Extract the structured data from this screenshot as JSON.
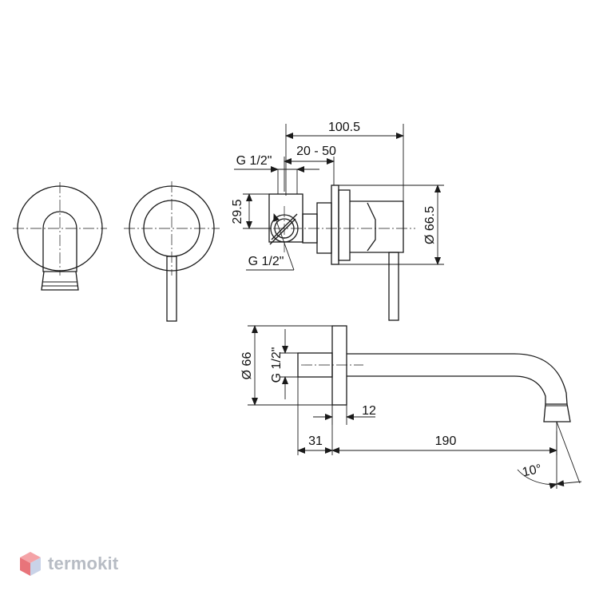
{
  "dimensions": {
    "overall_depth": "100.5",
    "adjust_range": "20 - 50",
    "inlet_thread_top": "G 1/2\"",
    "height_axis": "29.5",
    "inlet_thread_bottom": "G 1/2\"",
    "plate_diameter_mixer": "Ø 66.5",
    "plate_diameter_spout": "Ø 66",
    "spout_thread": "G 1/2\"",
    "plate_thickness": "12",
    "body_depth": "31",
    "spout_length": "190",
    "spout_angle": "10°"
  },
  "brand": {
    "name": "termokit",
    "accent": "#e8747a"
  }
}
